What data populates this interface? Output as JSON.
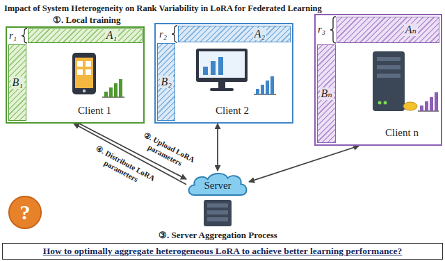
{
  "diagram": {
    "title": "Impact of System Heterogeneity on Rank Variability in LoRA for Federated Learning",
    "nodes": [
      {
        "text": [
          "Client 1"
        ]
      },
      {
        "text": [
          "A₁"
        ],
        "in": 0
      },
      {
        "text": [
          "B₁"
        ],
        "in": 0
      },
      {
        "text": [
          "Client 2"
        ]
      },
      {
        "text": [
          "A₂"
        ],
        "in": 3
      },
      {
        "text": [
          "B₂"
        ],
        "in": 3
      },
      {
        "text": [
          "Client n"
        ]
      },
      {
        "text": [
          "Aₙ"
        ],
        "in": 6
      },
      {
        "text": [
          "Bₙ"
        ],
        "in": 6
      },
      {
        "text": [
          "Server"
        ]
      },
      {
        "text": [
          "?"
        ]
      },
      {
        "text": [
          "How to optimally aggregate heterogeneous LoRA to achieve better learning performance?"
        ]
      }
    ],
    "edges": [
      {
        "from": 0,
        "to": 9,
        "arrow": "to",
        "label": "②. Upload LoRA parameters"
      },
      {
        "from": 9,
        "to": 0,
        "arrow": "to",
        "label": "④. Distribute LoRA parameters"
      },
      {
        "from": 3,
        "to": 9,
        "arrow": "both"
      },
      {
        "from": 6,
        "to": 9,
        "arrow": "both"
      }
    ],
    "labels": [
      "①. Local training",
      "r₁",
      "r₂",
      "r₃",
      "③. Server Aggregation Process"
    ]
  }
}
